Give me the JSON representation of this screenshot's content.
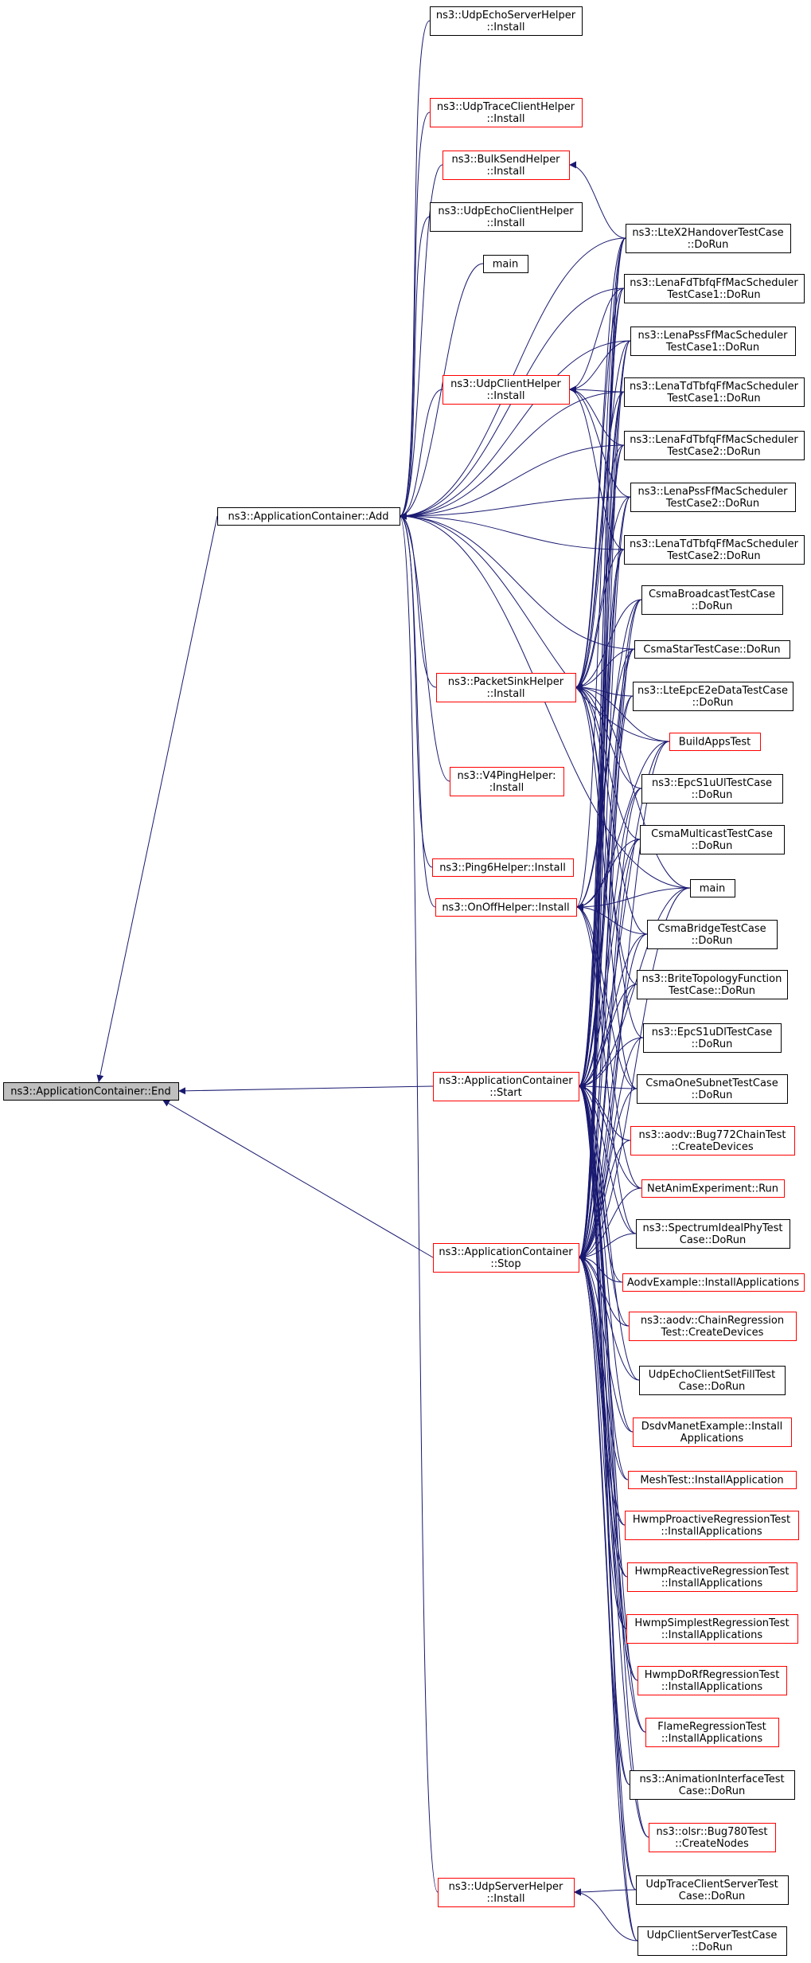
{
  "graph": {
    "root": "ns3::ApplicationContainer::End",
    "nodes": [
      {
        "id": "End",
        "lines": [
          "ns3::ApplicationContainer::End"
        ],
        "style": "root"
      },
      {
        "id": "Add",
        "lines": [
          "ns3::ApplicationContainer::Add"
        ],
        "style": "black"
      },
      {
        "id": "Start",
        "lines": [
          "ns3::ApplicationContainer",
          "::Start"
        ],
        "style": "red"
      },
      {
        "id": "Stop",
        "lines": [
          "ns3::ApplicationContainer",
          "::Stop"
        ],
        "style": "red"
      },
      {
        "id": "UdpEchoServer",
        "lines": [
          "ns3::UdpEchoServerHelper",
          "::Install"
        ],
        "style": "black"
      },
      {
        "id": "UdpTraceClient",
        "lines": [
          "ns3::UdpTraceClientHelper",
          "::Install"
        ],
        "style": "red"
      },
      {
        "id": "BulkSend",
        "lines": [
          "ns3::BulkSendHelper",
          "::Install"
        ],
        "style": "red"
      },
      {
        "id": "UdpEchoClient",
        "lines": [
          "ns3::UdpEchoClientHelper",
          "::Install"
        ],
        "style": "black"
      },
      {
        "id": "main1",
        "lines": [
          "main"
        ],
        "style": "black"
      },
      {
        "id": "UdpClient",
        "lines": [
          "ns3::UdpClientHelper",
          "::Install"
        ],
        "style": "red"
      },
      {
        "id": "PacketSink",
        "lines": [
          "ns3::PacketSinkHelper",
          "::Install"
        ],
        "style": "red"
      },
      {
        "id": "V4Ping",
        "lines": [
          "ns3::V4PingHelper:",
          ":Install"
        ],
        "style": "red"
      },
      {
        "id": "Ping6",
        "lines": [
          "ns3::Ping6Helper::Install"
        ],
        "style": "red"
      },
      {
        "id": "OnOff",
        "lines": [
          "ns3::OnOffHelper::Install"
        ],
        "style": "red"
      },
      {
        "id": "UdpServer",
        "lines": [
          "ns3::UdpServerHelper",
          "::Install"
        ],
        "style": "red"
      },
      {
        "id": "LteX2",
        "lines": [
          "ns3::LteX2HandoverTestCase",
          "::DoRun"
        ],
        "style": "black"
      },
      {
        "id": "FdTbfq1",
        "lines": [
          "ns3::LenaFdTbfqFfMacScheduler",
          "TestCase1::DoRun"
        ],
        "style": "black"
      },
      {
        "id": "Pss1",
        "lines": [
          "ns3::LenaPssFfMacScheduler",
          "TestCase1::DoRun"
        ],
        "style": "black"
      },
      {
        "id": "TdTbfq1",
        "lines": [
          "ns3::LenaTdTbfqFfMacScheduler",
          "TestCase1::DoRun"
        ],
        "style": "black"
      },
      {
        "id": "FdTbfq2",
        "lines": [
          "ns3::LenaFdTbfqFfMacScheduler",
          "TestCase2::DoRun"
        ],
        "style": "black"
      },
      {
        "id": "Pss2",
        "lines": [
          "ns3::LenaPssFfMacScheduler",
          "TestCase2::DoRun"
        ],
        "style": "black"
      },
      {
        "id": "TdTbfq2",
        "lines": [
          "ns3::LenaTdTbfqFfMacScheduler",
          "TestCase2::DoRun"
        ],
        "style": "black"
      },
      {
        "id": "CsmaBroadcast",
        "lines": [
          "CsmaBroadcastTestCase",
          "::DoRun"
        ],
        "style": "black"
      },
      {
        "id": "CsmaStar",
        "lines": [
          "CsmaStarTestCase::DoRun"
        ],
        "style": "black"
      },
      {
        "id": "LteEpcE2e",
        "lines": [
          "ns3::LteEpcE2eDataTestCase",
          "::DoRun"
        ],
        "style": "black"
      },
      {
        "id": "BuildApps",
        "lines": [
          "BuildAppsTest"
        ],
        "style": "red"
      },
      {
        "id": "EpcS1uUl",
        "lines": [
          "ns3::EpcS1uUlTestCase",
          "::DoRun"
        ],
        "style": "black"
      },
      {
        "id": "CsmaMulticast",
        "lines": [
          "CsmaMulticastTestCase",
          "::DoRun"
        ],
        "style": "black"
      },
      {
        "id": "main2",
        "lines": [
          "main"
        ],
        "style": "black"
      },
      {
        "id": "CsmaBridge",
        "lines": [
          "CsmaBridgeTestCase",
          "::DoRun"
        ],
        "style": "black"
      },
      {
        "id": "Brite",
        "lines": [
          "ns3::BriteTopologyFunction",
          "TestCase::DoRun"
        ],
        "style": "black"
      },
      {
        "id": "EpcS1uDl",
        "lines": [
          "ns3::EpcS1uDlTestCase",
          "::DoRun"
        ],
        "style": "black"
      },
      {
        "id": "CsmaOneSubnet",
        "lines": [
          "CsmaOneSubnetTestCase",
          "::DoRun"
        ],
        "style": "black"
      },
      {
        "id": "AodvBug772",
        "lines": [
          "ns3::aodv::Bug772ChainTest",
          "::CreateDevices"
        ],
        "style": "red"
      },
      {
        "id": "NetAnim",
        "lines": [
          "NetAnimExperiment::Run"
        ],
        "style": "red"
      },
      {
        "id": "SpectrumIdeal",
        "lines": [
          "ns3::SpectrumIdealPhyTest",
          "Case::DoRun"
        ],
        "style": "black"
      },
      {
        "id": "AodvExample",
        "lines": [
          "AodvExample::InstallApplications"
        ],
        "style": "red"
      },
      {
        "id": "AodvChain",
        "lines": [
          "ns3::aodv::ChainRegression",
          "Test::CreateDevices"
        ],
        "style": "red"
      },
      {
        "id": "UdpEchoFill",
        "lines": [
          "UdpEchoClientSetFillTest",
          "Case::DoRun"
        ],
        "style": "black"
      },
      {
        "id": "Dsdv",
        "lines": [
          "DsdvManetExample::Install",
          "Applications"
        ],
        "style": "red"
      },
      {
        "id": "MeshTest",
        "lines": [
          "MeshTest::InstallApplication"
        ],
        "style": "red"
      },
      {
        "id": "HwmpProactive",
        "lines": [
          "HwmpProactiveRegressionTest",
          "::InstallApplications"
        ],
        "style": "red"
      },
      {
        "id": "HwmpReactive",
        "lines": [
          "HwmpReactiveRegressionTest",
          "::InstallApplications"
        ],
        "style": "red"
      },
      {
        "id": "HwmpSimplest",
        "lines": [
          "HwmpSimplestRegressionTest",
          "::InstallApplications"
        ],
        "style": "red"
      },
      {
        "id": "HwmpDoRf",
        "lines": [
          "HwmpDoRfRegressionTest",
          "::InstallApplications"
        ],
        "style": "red"
      },
      {
        "id": "Flame",
        "lines": [
          "FlameRegressionTest",
          "::InstallApplications"
        ],
        "style": "red"
      },
      {
        "id": "AnimIface",
        "lines": [
          "ns3::AnimationInterfaceTest",
          "Case::DoRun"
        ],
        "style": "black"
      },
      {
        "id": "OlsrBug780",
        "lines": [
          "ns3::olsr::Bug780Test",
          "::CreateNodes"
        ],
        "style": "red"
      },
      {
        "id": "UdpTraceCS",
        "lines": [
          "UdpTraceClientServerTest",
          "Case::DoRun"
        ],
        "style": "black"
      },
      {
        "id": "UdpCS",
        "lines": [
          "UdpClientServerTestCase",
          "::DoRun"
        ],
        "style": "black"
      }
    ],
    "edges": [
      [
        "Add",
        "End"
      ],
      [
        "Start",
        "End"
      ],
      [
        "Stop",
        "End"
      ],
      [
        "UdpEchoServer",
        "Add"
      ],
      [
        "UdpTraceClient",
        "Add"
      ],
      [
        "BulkSend",
        "Add"
      ],
      [
        "UdpEchoClient",
        "Add"
      ],
      [
        "main1",
        "Add"
      ],
      [
        "UdpClient",
        "Add"
      ],
      [
        "PacketSink",
        "Add"
      ],
      [
        "V4Ping",
        "Add"
      ],
      [
        "Ping6",
        "Add"
      ],
      [
        "OnOff",
        "Add"
      ],
      [
        "UdpServer",
        "Add"
      ],
      [
        "LteX2",
        "Add"
      ],
      [
        "FdTbfq1",
        "Add"
      ],
      [
        "Pss1",
        "Add"
      ],
      [
        "TdTbfq1",
        "Add"
      ],
      [
        "FdTbfq2",
        "Add"
      ],
      [
        "Pss2",
        "Add"
      ],
      [
        "TdTbfq2",
        "Add"
      ],
      [
        "CsmaStar",
        "Add"
      ],
      [
        "BuildApps",
        "Add"
      ],
      [
        "main2",
        "Add"
      ],
      [
        "LteX2",
        "BulkSend"
      ],
      [
        "FdTbfq1",
        "UdpClient"
      ],
      [
        "Pss1",
        "UdpClient"
      ],
      [
        "TdTbfq1",
        "UdpClient"
      ],
      [
        "FdTbfq2",
        "UdpClient"
      ],
      [
        "Pss2",
        "UdpClient"
      ],
      [
        "TdTbfq2",
        "UdpClient"
      ],
      [
        "LteX2",
        "PacketSink"
      ],
      [
        "FdTbfq1",
        "PacketSink"
      ],
      [
        "Pss1",
        "PacketSink"
      ],
      [
        "TdTbfq1",
        "PacketSink"
      ],
      [
        "FdTbfq2",
        "PacketSink"
      ],
      [
        "Pss2",
        "PacketSink"
      ],
      [
        "TdTbfq2",
        "PacketSink"
      ],
      [
        "CsmaBroadcast",
        "PacketSink"
      ],
      [
        "CsmaStar",
        "PacketSink"
      ],
      [
        "LteEpcE2e",
        "PacketSink"
      ],
      [
        "BuildApps",
        "PacketSink"
      ],
      [
        "EpcS1uUl",
        "PacketSink"
      ],
      [
        "CsmaMulticast",
        "PacketSink"
      ],
      [
        "main2",
        "PacketSink"
      ],
      [
        "CsmaBridge",
        "PacketSink"
      ],
      [
        "Brite",
        "PacketSink"
      ],
      [
        "EpcS1uDl",
        "PacketSink"
      ],
      [
        "CsmaOneSubnet",
        "PacketSink"
      ],
      [
        "LteX2",
        "OnOff"
      ],
      [
        "CsmaBroadcast",
        "OnOff"
      ],
      [
        "CsmaStar",
        "OnOff"
      ],
      [
        "BuildApps",
        "OnOff"
      ],
      [
        "CsmaMulticast",
        "OnOff"
      ],
      [
        "main2",
        "OnOff"
      ],
      [
        "CsmaBridge",
        "OnOff"
      ],
      [
        "CsmaOneSubnet",
        "OnOff"
      ],
      [
        "NetAnim",
        "OnOff"
      ],
      [
        "SpectrumIdeal",
        "OnOff"
      ],
      [
        "LteX2",
        "Start"
      ],
      [
        "FdTbfq1",
        "Start"
      ],
      [
        "Pss1",
        "Start"
      ],
      [
        "TdTbfq1",
        "Start"
      ],
      [
        "FdTbfq2",
        "Start"
      ],
      [
        "Pss2",
        "Start"
      ],
      [
        "TdTbfq2",
        "Start"
      ],
      [
        "CsmaBroadcast",
        "Start"
      ],
      [
        "CsmaStar",
        "Start"
      ],
      [
        "LteEpcE2e",
        "Start"
      ],
      [
        "BuildApps",
        "Start"
      ],
      [
        "EpcS1uUl",
        "Start"
      ],
      [
        "CsmaMulticast",
        "Start"
      ],
      [
        "main2",
        "Start"
      ],
      [
        "CsmaBridge",
        "Start"
      ],
      [
        "Brite",
        "Start"
      ],
      [
        "EpcS1uDl",
        "Start"
      ],
      [
        "CsmaOneSubnet",
        "Start"
      ],
      [
        "AodvBug772",
        "Start"
      ],
      [
        "NetAnim",
        "Start"
      ],
      [
        "SpectrumIdeal",
        "Start"
      ],
      [
        "AodvExample",
        "Start"
      ],
      [
        "AodvChain",
        "Start"
      ],
      [
        "UdpEchoFill",
        "Start"
      ],
      [
        "Dsdv",
        "Start"
      ],
      [
        "MeshTest",
        "Start"
      ],
      [
        "HwmpProactive",
        "Start"
      ],
      [
        "HwmpReactive",
        "Start"
      ],
      [
        "HwmpSimplest",
        "Start"
      ],
      [
        "HwmpDoRf",
        "Start"
      ],
      [
        "Flame",
        "Start"
      ],
      [
        "AnimIface",
        "Start"
      ],
      [
        "OlsrBug780",
        "Start"
      ],
      [
        "UdpTraceCS",
        "Start"
      ],
      [
        "UdpCS",
        "Start"
      ],
      [
        "LteX2",
        "Stop"
      ],
      [
        "FdTbfq1",
        "Stop"
      ],
      [
        "Pss1",
        "Stop"
      ],
      [
        "TdTbfq1",
        "Stop"
      ],
      [
        "FdTbfq2",
        "Stop"
      ],
      [
        "Pss2",
        "Stop"
      ],
      [
        "TdTbfq2",
        "Stop"
      ],
      [
        "CsmaBroadcast",
        "Stop"
      ],
      [
        "CsmaStar",
        "Stop"
      ],
      [
        "LteEpcE2e",
        "Stop"
      ],
      [
        "BuildApps",
        "Stop"
      ],
      [
        "EpcS1uUl",
        "Stop"
      ],
      [
        "CsmaMulticast",
        "Stop"
      ],
      [
        "main2",
        "Stop"
      ],
      [
        "CsmaBridge",
        "Stop"
      ],
      [
        "Brite",
        "Stop"
      ],
      [
        "EpcS1uDl",
        "Stop"
      ],
      [
        "CsmaOneSubnet",
        "Stop"
      ],
      [
        "AodvBug772",
        "Stop"
      ],
      [
        "NetAnim",
        "Stop"
      ],
      [
        "SpectrumIdeal",
        "Stop"
      ],
      [
        "AodvExample",
        "Stop"
      ],
      [
        "AodvChain",
        "Stop"
      ],
      [
        "UdpEchoFill",
        "Stop"
      ],
      [
        "Dsdv",
        "Stop"
      ],
      [
        "MeshTest",
        "Stop"
      ],
      [
        "HwmpProactive",
        "Stop"
      ],
      [
        "HwmpReactive",
        "Stop"
      ],
      [
        "HwmpSimplest",
        "Stop"
      ],
      [
        "HwmpDoRf",
        "Stop"
      ],
      [
        "Flame",
        "Stop"
      ],
      [
        "AnimIface",
        "Stop"
      ],
      [
        "OlsrBug780",
        "Stop"
      ],
      [
        "UdpTraceCS",
        "Stop"
      ],
      [
        "UdpCS",
        "Stop"
      ],
      [
        "UdpTraceCS",
        "UdpServer"
      ],
      [
        "UdpCS",
        "UdpServer"
      ]
    ]
  },
  "colors": {
    "edge": "#191970",
    "border_black": "#000000",
    "border_red": "#ff0000",
    "root_fill": "#bfbfbf",
    "node_fill": "#ffffff"
  }
}
